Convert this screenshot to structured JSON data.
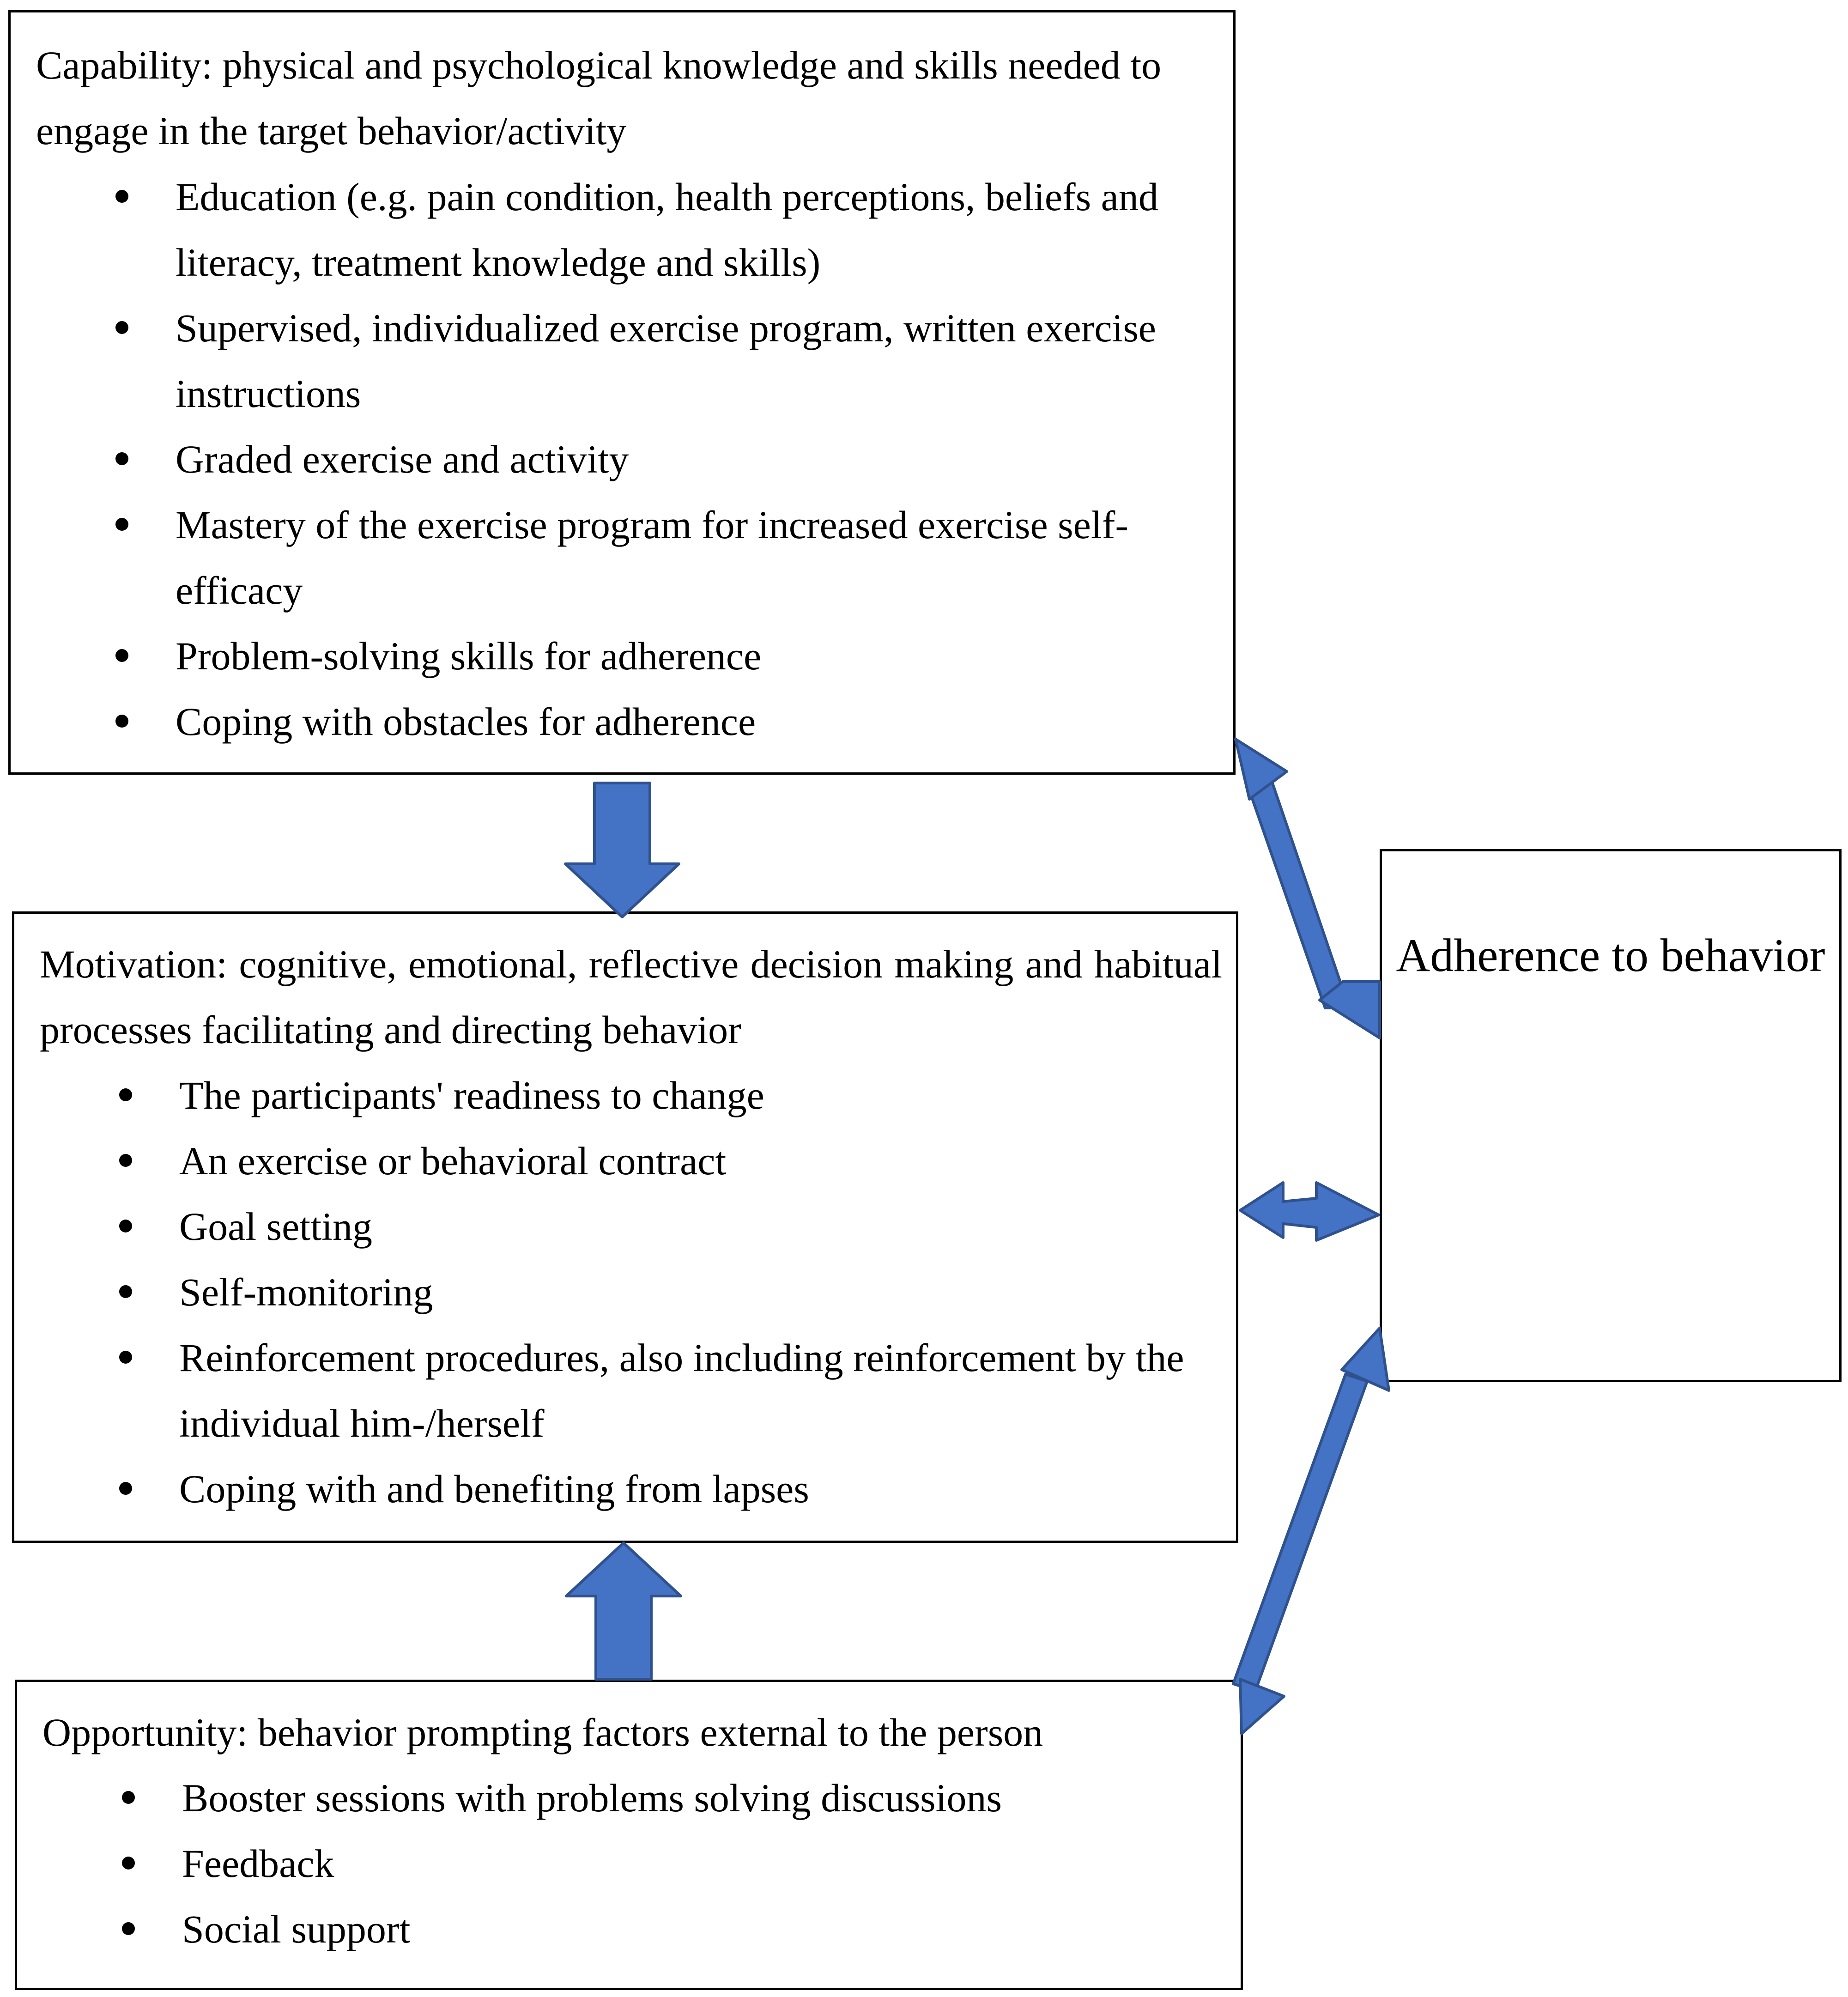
{
  "capability": {
    "header": "Capability: physical and psychological knowledge and skills needed to engage in the target behavior/activity",
    "items": [
      "Education (e.g. pain condition, health perceptions, beliefs and literacy, treatment knowledge and skills)",
      "Supervised, individualized exercise program, written exercise instructions",
      "Graded exercise and activity",
      "Mastery of the exercise program for increased exercise self-efficacy",
      "Problem-solving skills for adherence",
      "Coping with obstacles for adherence"
    ]
  },
  "motivation": {
    "header": "Motivation: cognitive, emotional, reflective decision making and habitual processes facilitating and directing behavior",
    "items": [
      "The participants' readiness to change",
      "An exercise or behavioral contract",
      "Goal setting",
      "Self-monitoring",
      "Reinforcement procedures, also including reinforcement by the individual him-/herself",
      "Coping with and benefiting from lapses"
    ]
  },
  "opportunity": {
    "header": "Opportunity: behavior prompting factors external to the person",
    "items": [
      "Booster sessions with problems solving discussions",
      "Feedback",
      "Social support"
    ]
  },
  "adherence": {
    "title": "Adherence to behavior"
  },
  "colors": {
    "arrow_fill": "#4472C4",
    "arrow_stroke": "#2F528F",
    "box_border": "#000000"
  }
}
